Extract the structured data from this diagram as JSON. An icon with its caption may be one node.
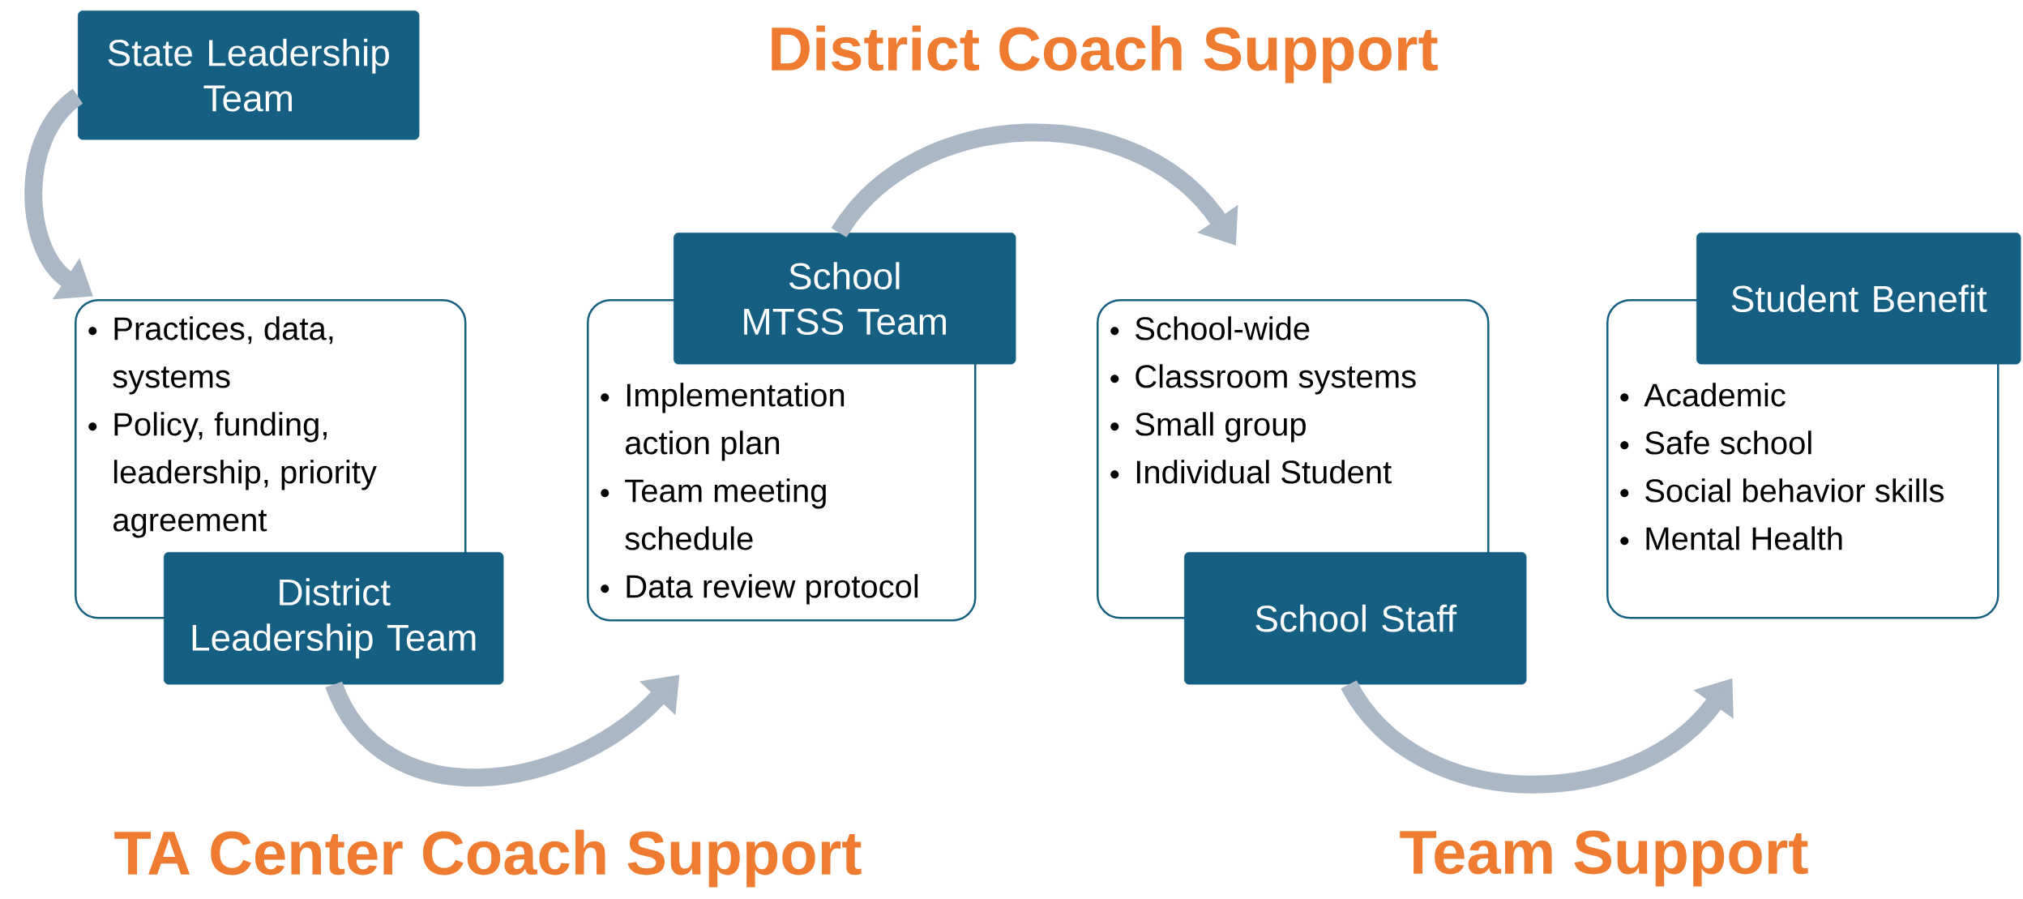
{
  "diagram": {
    "nodes": [
      {
        "text": [
          "State Leadership Team"
        ]
      },
      {
        "text": [
          "Practices, data, systems",
          "Policy, funding, leadership, priority agreement"
        ]
      },
      {
        "text": [
          "District Leadership Team"
        ]
      },
      {
        "text": [
          "Implementation action plan",
          "Team meeting schedule",
          "Data review protocol"
        ]
      },
      {
        "text": [
          "School MTSS Team"
        ]
      },
      {
        "text": [
          "School-wide",
          "Classroom systems",
          "Small group",
          "Individual Student"
        ]
      },
      {
        "text": [
          "School Staff"
        ]
      },
      {
        "text": [
          "Academic",
          "Safe school",
          "Social behavior skills",
          "Mental Health"
        ]
      },
      {
        "text": [
          "Student Benefit"
        ]
      }
    ],
    "edges": [
      {
        "from": 0,
        "to": 1,
        "arrow": "to"
      },
      {
        "from": 2,
        "to": 3,
        "arrow": "to",
        "label": "TA Center Coach Support"
      },
      {
        "from": 4,
        "to": 5,
        "arrow": "to",
        "label": "District Coach Support"
      },
      {
        "from": 6,
        "to": 7,
        "arrow": "to",
        "label": "Team Support"
      }
    ]
  }
}
